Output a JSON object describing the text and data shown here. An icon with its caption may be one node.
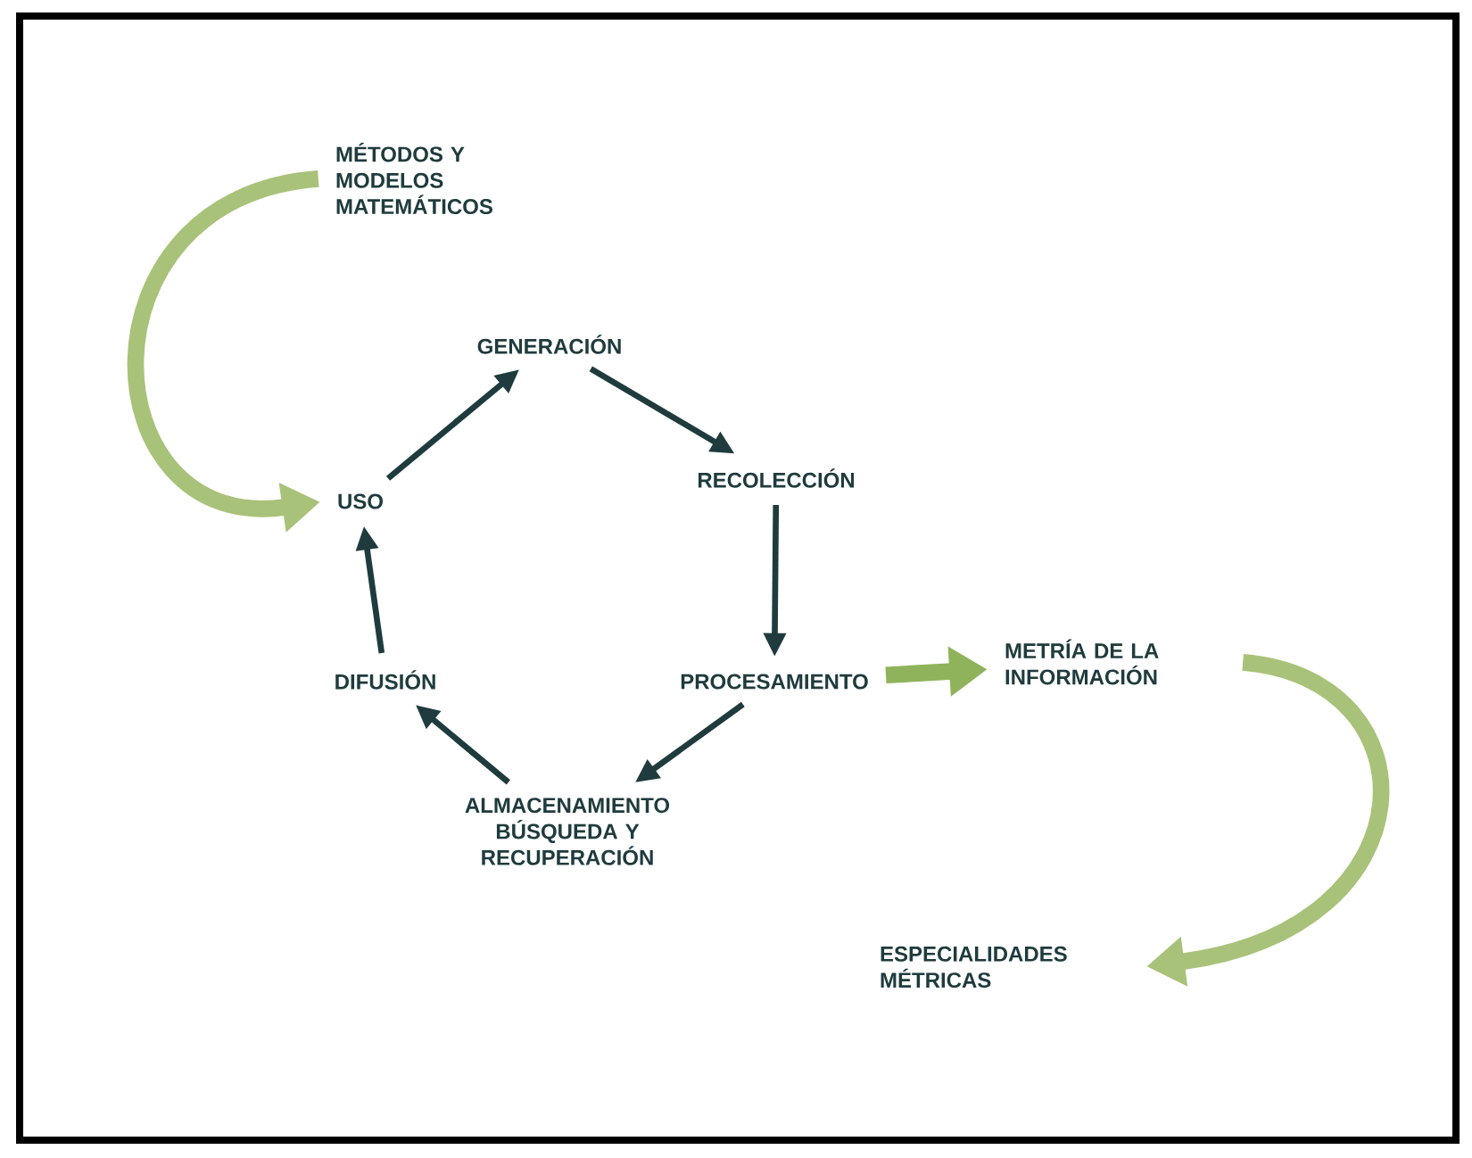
{
  "diagram": {
    "nodes": [
      {
        "text": [
          "MÉTODOS Y MODELOS MATEMÁTICOS"
        ]
      },
      {
        "text": [
          "GENERACIÓN"
        ]
      },
      {
        "text": [
          "RECOLECCIÓN"
        ]
      },
      {
        "text": [
          "PROCESAMIENTO"
        ]
      },
      {
        "text": [
          "ALMACENAMIENTO BÚSQUEDA Y RECUPERACIÓN"
        ]
      },
      {
        "text": [
          "DIFUSIÓN"
        ]
      },
      {
        "text": [
          "USO"
        ]
      },
      {
        "text": [
          "METRÍA DE LA INFORMACIÓN"
        ]
      },
      {
        "text": [
          "ESPECIALIDADES MÉTRICAS"
        ]
      }
    ],
    "edges": [
      {
        "from": 1,
        "to": 2,
        "arrow": "to"
      },
      {
        "from": 2,
        "to": 3,
        "arrow": "to"
      },
      {
        "from": 3,
        "to": 4,
        "arrow": "to"
      },
      {
        "from": 4,
        "to": 5,
        "arrow": "to"
      },
      {
        "from": 5,
        "to": 6,
        "arrow": "to"
      },
      {
        "from": 6,
        "to": 1,
        "arrow": "to"
      },
      {
        "from": 0,
        "to": 6,
        "arrow": "to",
        "style": "thick",
        "color": "#a9c27a"
      },
      {
        "from": 3,
        "to": 7,
        "arrow": "to",
        "style": "thick",
        "color": "#8fb35a"
      },
      {
        "from": 7,
        "to": 8,
        "arrow": "to",
        "style": "thick",
        "color": "#a9c27a"
      }
    ]
  }
}
